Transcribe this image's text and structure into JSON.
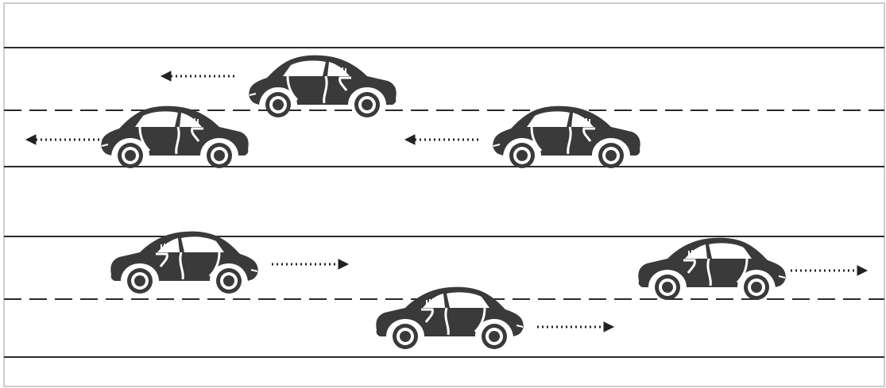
{
  "diagram": {
    "colors": {
      "background": "#ffffff",
      "line": "#2a2a2a",
      "car_body": "#3a3a3a",
      "car_highlight": "#ffffff",
      "arrow": "#222222"
    },
    "road_lines": [
      {
        "name": "top-border-line",
        "style": "solid"
      },
      {
        "name": "upper-road-edge-top",
        "style": "solid"
      },
      {
        "name": "upper-lane-divider",
        "style": "dashed"
      },
      {
        "name": "upper-road-edge-bottom",
        "style": "solid"
      },
      {
        "name": "lower-road-edge-top",
        "style": "solid"
      },
      {
        "name": "lower-lane-divider",
        "style": "dashed"
      },
      {
        "name": "lower-road-edge-bottom",
        "style": "solid"
      }
    ],
    "cars": [
      {
        "name": "car-upper-top-lane",
        "direction": "left",
        "icon": "car-icon",
        "arrow_icon": "dotted-arrow-left-icon"
      },
      {
        "name": "car-upper-bottom-lane-left",
        "direction": "left",
        "icon": "car-icon",
        "arrow_icon": "dotted-arrow-left-icon"
      },
      {
        "name": "car-upper-bottom-lane-right",
        "direction": "left",
        "icon": "car-icon",
        "arrow_icon": "dotted-arrow-left-icon"
      },
      {
        "name": "car-lower-top-lane-left",
        "direction": "right",
        "icon": "car-icon",
        "arrow_icon": "dotted-arrow-right-icon"
      },
      {
        "name": "car-lower-top-lane-right",
        "direction": "right",
        "icon": "car-icon",
        "arrow_icon": "dotted-arrow-right-icon"
      },
      {
        "name": "car-lower-bottom-lane",
        "direction": "right",
        "icon": "car-icon",
        "arrow_icon": "dotted-arrow-right-icon"
      }
    ]
  }
}
